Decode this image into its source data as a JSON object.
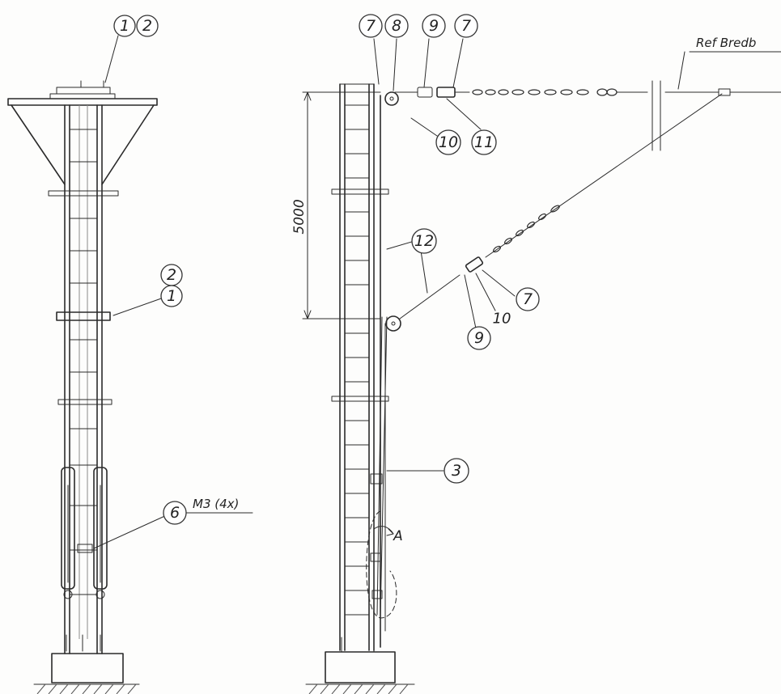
{
  "callouts": {
    "left_top_a": "1",
    "left_top_b": "2",
    "left_mid_top": "2",
    "left_mid_bottom": "1",
    "left_low": "6",
    "right_top_1": "7",
    "right_top_2": "8",
    "right_top_3": "9",
    "right_top_4": "7",
    "right_top_5": "10",
    "right_top_6": "11",
    "right_mid_12": "12",
    "right_mid_7": "7",
    "right_mid_9": "9",
    "right_mid_10": "10",
    "right_low_3": "3"
  },
  "notes": {
    "m3": "M3 (4x)",
    "ref": "Ref Bredb",
    "dimension": "5000",
    "detail": "A"
  }
}
